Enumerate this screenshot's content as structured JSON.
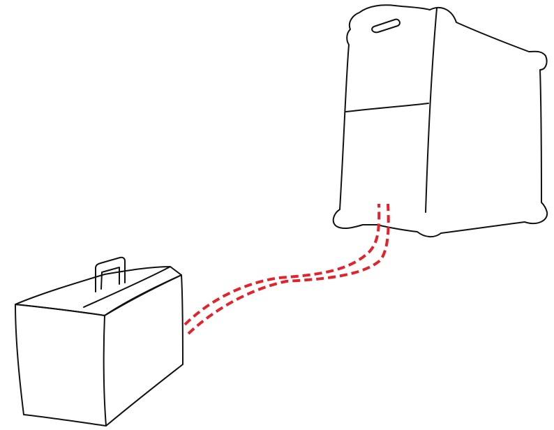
{
  "diagram": {
    "nodes": [
      {
        "id": "briefcase",
        "icon": "briefcase-icon"
      },
      {
        "id": "computer-tower",
        "icon": "computer-tower-icon"
      }
    ],
    "connections": [
      {
        "from": "briefcase",
        "to": "computer-tower",
        "style": "dashed-double",
        "color": "#e3222b"
      }
    ],
    "colors": {
      "outline": "#111111",
      "cable": "#e3222b",
      "background": "#ffffff"
    }
  }
}
